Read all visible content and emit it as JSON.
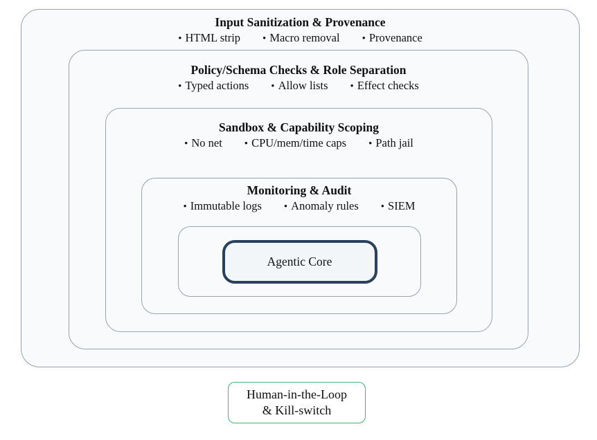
{
  "layers": [
    {
      "title": "Input Sanitization & Provenance",
      "items": [
        "HTML strip",
        "Macro removal",
        "Provenance"
      ]
    },
    {
      "title": "Policy/Schema Checks & Role Separation",
      "items": [
        "Typed actions",
        "Allow lists",
        "Effect checks"
      ]
    },
    {
      "title": "Sandbox & Capability Scoping",
      "items": [
        "No net",
        "CPU/mem/time caps",
        "Path jail"
      ]
    },
    {
      "title": "Monitoring & Audit",
      "items": [
        "Immutable logs",
        "Anomaly rules",
        "SIEM"
      ]
    }
  ],
  "core": {
    "label": "Agentic Core"
  },
  "hitl": {
    "line1": "Human-in-the-Loop",
    "line2": "& Kill-switch"
  },
  "glyphs": {
    "bullet": "•"
  },
  "colors": {
    "canvas_bg": "#ffffff",
    "layer_border": "#98a2b0",
    "layer_bg": "#f8fafc",
    "core_border": "#2b405c",
    "core_bg": "#f3f6f9",
    "hitl_border": "#3bbb72",
    "hitl_bg": "#ffffff",
    "text": "#101010"
  }
}
